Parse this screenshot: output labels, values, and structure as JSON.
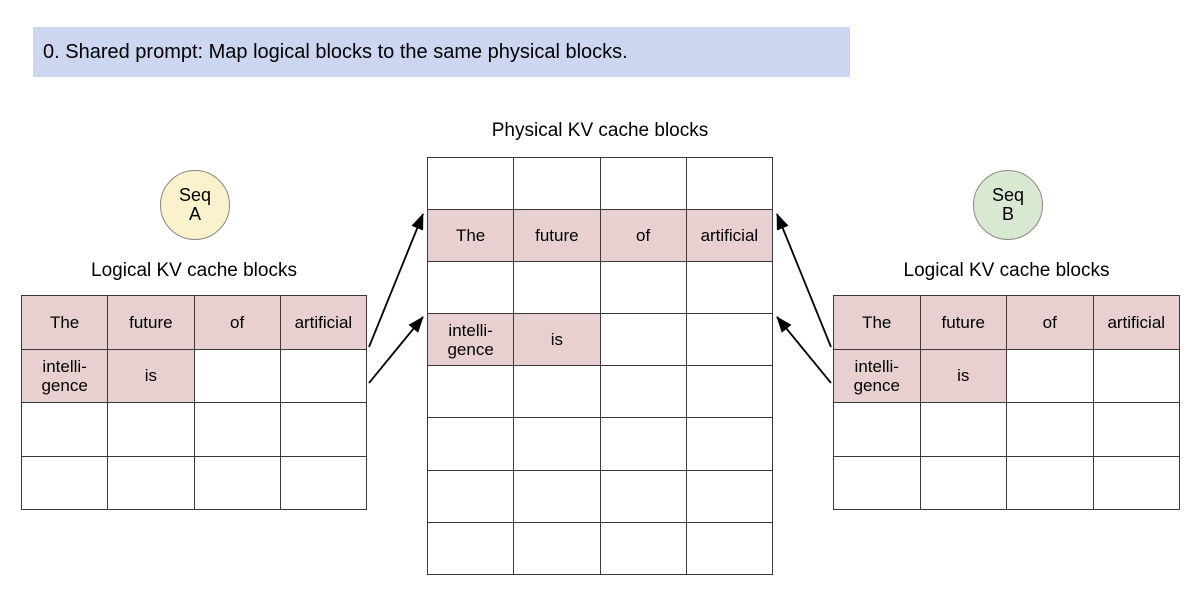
{
  "banner": {
    "text": "0. Shared prompt: Map logical blocks to the same physical blocks.",
    "background": "#ccd6f0"
  },
  "colors": {
    "filled_cell": "#e8d0d0",
    "seq_a_circle": "#faf2cc",
    "seq_b_circle": "#d9e8d0",
    "grid_border": "#3a3a3a",
    "arrow": "#000000"
  },
  "sequence_a": {
    "badge_line1": "Seq",
    "badge_line2": "A",
    "caption": "Logical KV cache blocks",
    "rows": 4,
    "cols": 4,
    "cells": [
      [
        "The",
        "future",
        "of",
        "artificial"
      ],
      [
        "intelli-\ngence",
        "is",
        "",
        ""
      ],
      [
        "",
        "",
        "",
        ""
      ],
      [
        "",
        "",
        "",
        ""
      ]
    ],
    "filled": [
      [
        true,
        true,
        true,
        true
      ],
      [
        true,
        true,
        false,
        false
      ],
      [
        false,
        false,
        false,
        false
      ],
      [
        false,
        false,
        false,
        false
      ]
    ]
  },
  "sequence_b": {
    "badge_line1": "Seq",
    "badge_line2": "B",
    "caption": "Logical KV cache blocks",
    "rows": 4,
    "cols": 4,
    "cells": [
      [
        "The",
        "future",
        "of",
        "artificial"
      ],
      [
        "intelli-\ngence",
        "is",
        "",
        ""
      ],
      [
        "",
        "",
        "",
        ""
      ],
      [
        "",
        "",
        "",
        ""
      ]
    ],
    "filled": [
      [
        true,
        true,
        true,
        true
      ],
      [
        true,
        true,
        false,
        false
      ],
      [
        false,
        false,
        false,
        false
      ],
      [
        false,
        false,
        false,
        false
      ]
    ]
  },
  "physical": {
    "caption": "Physical KV cache blocks",
    "rows": 8,
    "cols": 4,
    "cells": [
      [
        "",
        "",
        "",
        ""
      ],
      [
        "The",
        "future",
        "of",
        "artificial"
      ],
      [
        "",
        "",
        "",
        ""
      ],
      [
        "intelli-\ngence",
        "is",
        "",
        ""
      ],
      [
        "",
        "",
        "",
        ""
      ],
      [
        "",
        "",
        "",
        ""
      ],
      [
        "",
        "",
        "",
        ""
      ],
      [
        "",
        "",
        "",
        ""
      ]
    ],
    "filled": [
      [
        false,
        false,
        false,
        false
      ],
      [
        true,
        true,
        true,
        true
      ],
      [
        false,
        false,
        false,
        false
      ],
      [
        true,
        true,
        false,
        false
      ],
      [
        false,
        false,
        false,
        false
      ],
      [
        false,
        false,
        false,
        false
      ],
      [
        false,
        false,
        false,
        false
      ],
      [
        false,
        false,
        false,
        false
      ]
    ]
  },
  "mappings": [
    {
      "from": "sequence_a.row1",
      "to": "physical.row2"
    },
    {
      "from": "sequence_a.row2",
      "to": "physical.row4"
    },
    {
      "from": "sequence_b.row1",
      "to": "physical.row2"
    },
    {
      "from": "sequence_b.row2",
      "to": "physical.row4"
    }
  ]
}
